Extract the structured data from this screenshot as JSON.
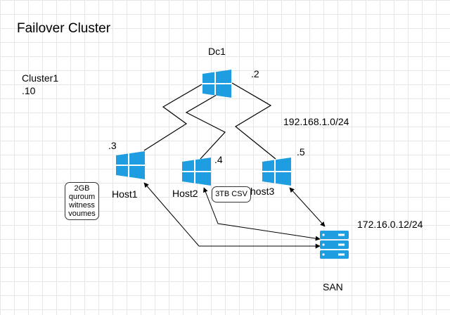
{
  "title": "Failover Cluster",
  "cluster": {
    "name": "Cluster1",
    "ip": ".10"
  },
  "dc": {
    "name": "Dc1",
    "ip": ".2"
  },
  "subnet": "192.168.1.0/24",
  "hosts": [
    {
      "name": "Host1",
      "ip": ".3"
    },
    {
      "name": "Host2",
      "ip": ".4"
    },
    {
      "name": "host3",
      "ip": ".5"
    }
  ],
  "witness_note": [
    "2GB",
    "quroum",
    "witness",
    "voumes"
  ],
  "csv_note": "3TB CSV",
  "san": {
    "name": "SAN",
    "ip": "172.16.0.12/24"
  },
  "colors": {
    "windows_blue": "#1e9ee0",
    "san_blue": "#1e9ee0",
    "edge": "#000000"
  }
}
